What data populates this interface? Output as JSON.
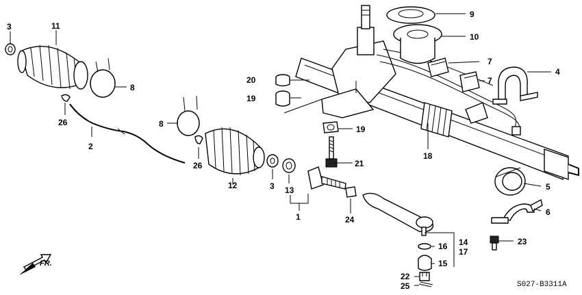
{
  "diagram_code": "S027-B3311A",
  "direction_label": "FR.",
  "callouts": {
    "c1": "1",
    "c2": "2",
    "c3a": "3",
    "c3b": "3",
    "c4": "4",
    "c5": "5",
    "c6": "6",
    "c7a": "7",
    "c7b": "7",
    "c8a": "8",
    "c8b": "8",
    "c9": "9",
    "c10": "10",
    "c11": "11",
    "c12": "12",
    "c13": "13",
    "c14": "14",
    "c15": "15",
    "c16": "16",
    "c17": "17",
    "c18": "18",
    "c19a": "19",
    "c19b": "19",
    "c20": "20",
    "c21": "21",
    "c22": "22",
    "c23": "23",
    "c24": "24",
    "c25": "25",
    "c26a": "26",
    "c26b": "26"
  }
}
